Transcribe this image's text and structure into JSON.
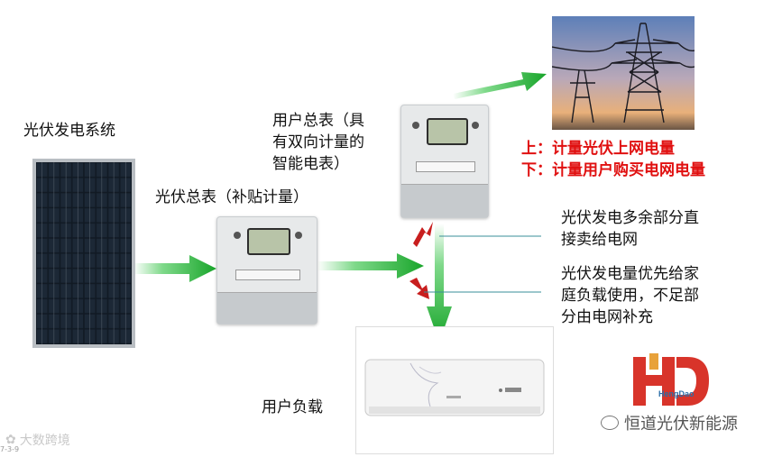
{
  "labels": {
    "pv_system": "光伏发电系统",
    "pv_meter": "光伏总表（补贴计量）",
    "user_meter_line1": "用户总表（具",
    "user_meter_line2": "有双向计量的",
    "user_meter_line3": "智能电表）",
    "upper": "上：计量光伏上网电量",
    "lower": "下：计量用户购买电网电量",
    "note1_line1": "光伏发电多余部分直",
    "note1_line2": "接卖给电网",
    "note2_line1": "光伏发电量优先给家",
    "note2_line2": "庭负载使用，不足部",
    "note2_line3": "分由电网补充",
    "user_load": "用户负载"
  },
  "logo": {
    "letters": "HD",
    "sub": "HengDao"
  },
  "watermarks": {
    "wechat": "恒道光伏新能源",
    "left": "大数跨境",
    "date": "7-3-9"
  },
  "colors": {
    "arrow_green": "#2fbf3a",
    "arrow_red": "#c81e1e",
    "note_line": "#3a8f9a",
    "logo_red": "#d8342a"
  }
}
